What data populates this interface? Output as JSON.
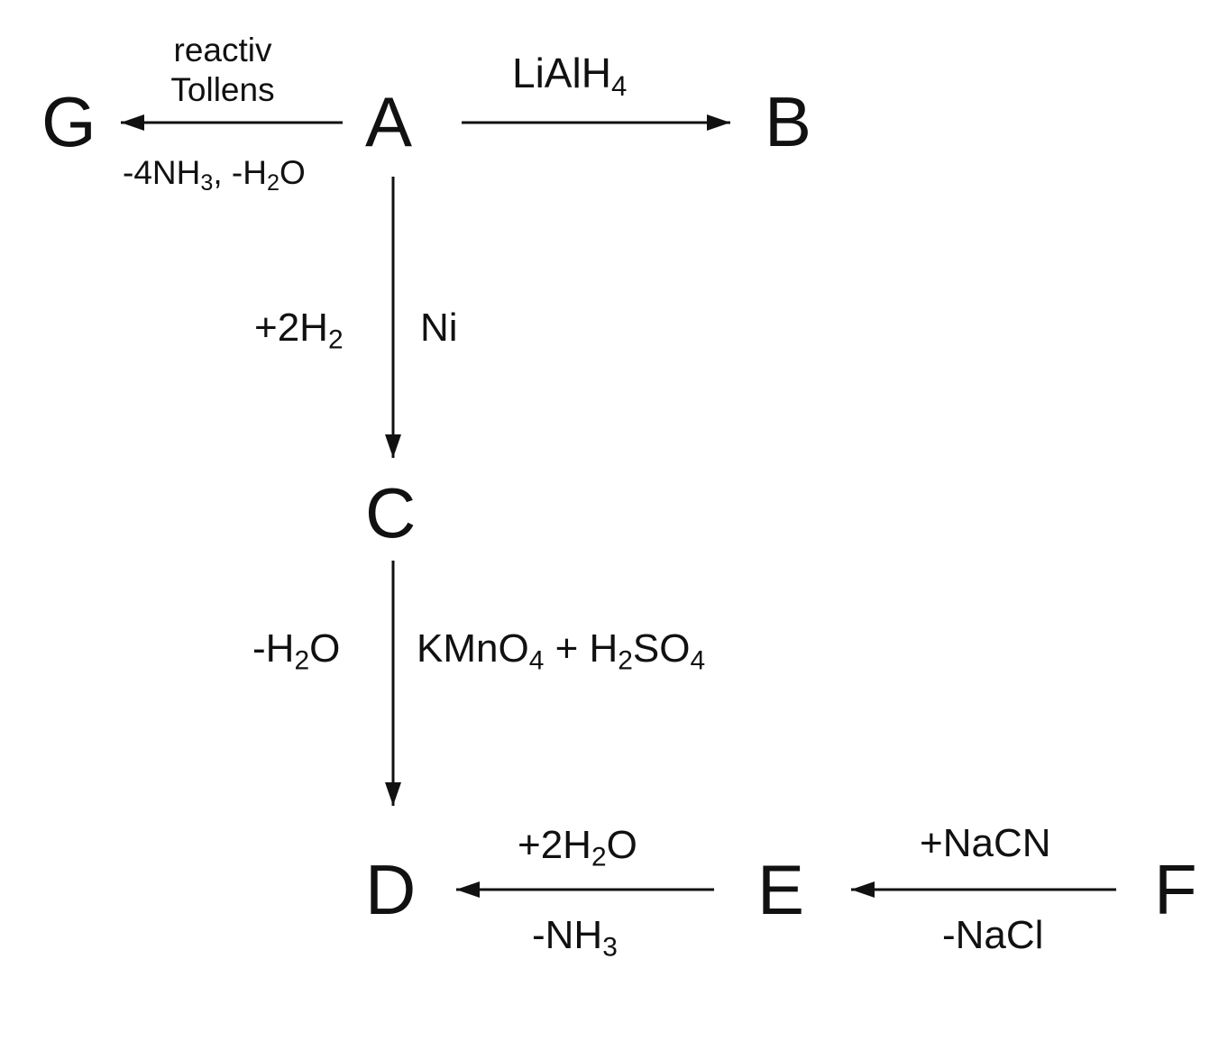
{
  "nodes": {
    "A": "A",
    "B": "B",
    "C": "C",
    "D": "D",
    "E": "E",
    "F": "F",
    "G": "G"
  },
  "labels": {
    "a_to_b": {
      "main": "LiAlH",
      "sub": "4"
    },
    "a_to_g_above": {
      "line1": "reactiv",
      "line2": "Tollens"
    },
    "a_to_g_below": {
      "p1": "-4NH",
      "s1": "3",
      "p2": ", -H",
      "s2": "2",
      "p3": "O"
    },
    "a_to_c_left": {
      "main": "+2H",
      "sub": "2"
    },
    "a_to_c_right": "Ni",
    "c_to_d_left": {
      "main": "-H",
      "sub": "2",
      "end": "O"
    },
    "c_to_d_right": {
      "p1": "KMnO",
      "s1": "4",
      "p2": " + H",
      "s2": "2",
      "p3": "SO",
      "s3": "4"
    },
    "e_to_d_above": {
      "main": "+2H",
      "sub": "2",
      "end": "O"
    },
    "e_to_d_below": {
      "main": "-NH",
      "sub": "3"
    },
    "f_to_e_above": "+NaCN",
    "f_to_e_below": "-NaCl"
  }
}
